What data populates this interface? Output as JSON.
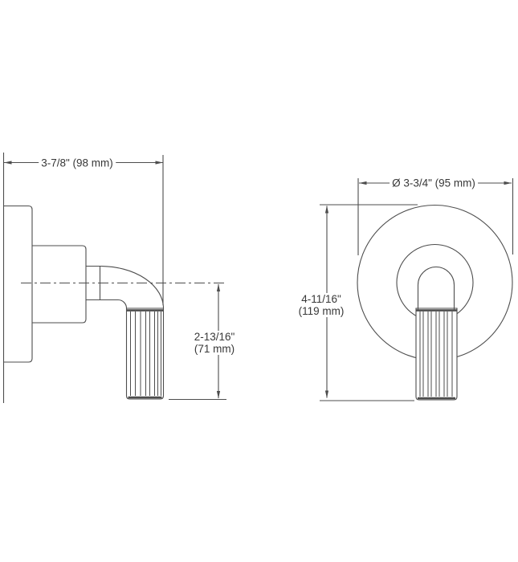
{
  "drawing": {
    "type": "technical-dimension-drawing",
    "side_view": {
      "width_label": "3-7/8\" (98 mm)",
      "drop_label_line1": "2-13/16\"",
      "drop_label_line2": "(71 mm)"
    },
    "front_view": {
      "diameter_label": "Ø 3-3/4\" (95 mm)",
      "height_label_line1": "4-11/16\"",
      "height_label_line2": "(119 mm)"
    },
    "colors": {
      "line": "#4d4d4d",
      "text": "#383838",
      "background": "#ffffff"
    }
  }
}
